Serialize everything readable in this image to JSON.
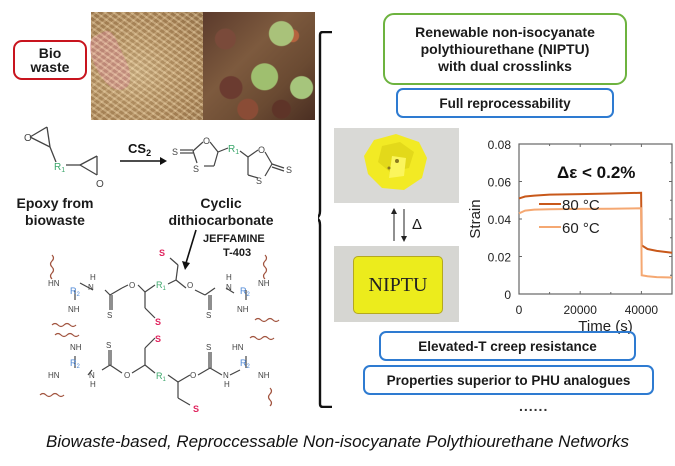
{
  "biowaste_label": {
    "line1": "Bio",
    "line2": "waste"
  },
  "photos": {
    "left": "rice-husk-photo",
    "right": "cashew-shell-photo"
  },
  "reaction": {
    "reagent": "CS",
    "reagent_subscript": "2",
    "epoxy_label": {
      "line1": "Epoxy from",
      "line2": "biowaste"
    },
    "product_label": {
      "line1": "Cyclic",
      "line2": "dithiocarbonate"
    },
    "amine_label": {
      "line1": "JEFFAMINE",
      "line2": "T-403"
    },
    "atoms": {
      "R1": "R",
      "R1_sub": "1",
      "R2": "R",
      "R2_sub": "2",
      "O": "O",
      "S": "S",
      "NH": "NH",
      "HN": "HN",
      "H": "H",
      "N": "N"
    }
  },
  "features": {
    "main": {
      "line1": "Renewable non-isocyanate",
      "line2": "polythiourethane (NIPTU)",
      "line3": "with dual crosslinks"
    },
    "reprocessability": "Full reprocessability",
    "creep": "Elevated-T creep resistance",
    "superior": "Properties superior to PHU analogues",
    "ellipsis": "......"
  },
  "sample": {
    "film_label": "NIPTU",
    "heat_symbol": "Δ"
  },
  "chart_data": {
    "type": "line",
    "title": "",
    "annotation": "Δε < 0.2%",
    "xlabel": "Time (s)",
    "ylabel": "Strain",
    "xlim": [
      0,
      50000
    ],
    "ylim": [
      0,
      0.08
    ],
    "x_ticks": [
      0,
      20000,
      40000
    ],
    "y_ticks": [
      0,
      0.02,
      0.04,
      0.06,
      0.08
    ],
    "y_tick_labels": [
      "0",
      "0.02",
      "0.04",
      "0.06",
      "0.08"
    ],
    "x_tick_labels": [
      "0",
      "20000",
      "40000"
    ],
    "legend": "center-left",
    "series": [
      {
        "name": "80 °C",
        "color": "#c8581a",
        "x": [
          0,
          2000,
          5000,
          10000,
          20000,
          30000,
          39900,
          40100,
          42000,
          45000,
          50000
        ],
        "y": [
          0.051,
          0.052,
          0.0525,
          0.053,
          0.0533,
          0.0536,
          0.054,
          0.026,
          0.024,
          0.023,
          0.022
        ]
      },
      {
        "name": "60 °C",
        "color": "#f5a872",
        "x": [
          0,
          2000,
          5000,
          10000,
          20000,
          30000,
          39900,
          40100,
          42000,
          45000,
          50000
        ],
        "y": [
          0.043,
          0.0445,
          0.045,
          0.0452,
          0.0454,
          0.0455,
          0.0457,
          0.01,
          0.0095,
          0.009,
          0.0088
        ]
      }
    ]
  },
  "caption": "Biowaste-based, Reproccessable Non-isocyanate Polythiourethane Networks"
}
